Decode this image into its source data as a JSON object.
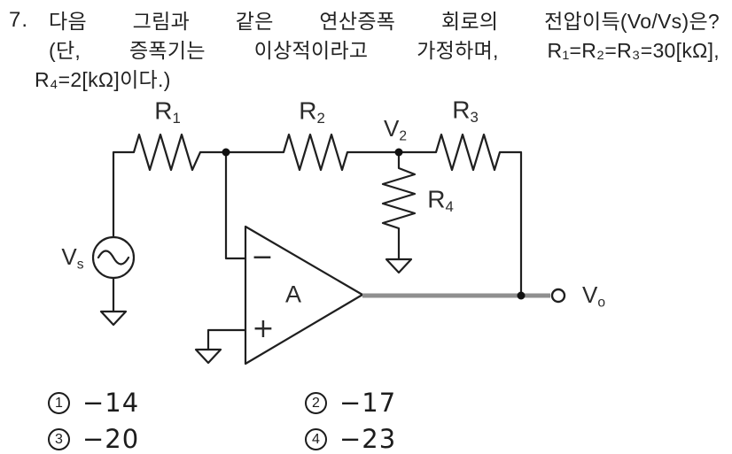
{
  "question": {
    "number": "7.",
    "lines": [
      "다음 그림과 같은 연산증폭 회로의 전압이득(Vo/Vs)은?",
      "(단, 증폭기는 이상적이라고 가정하며, R₁=R₂=R₃=30[kΩ],",
      "R₄=2[kΩ]이다.)"
    ]
  },
  "circuit": {
    "labels": {
      "r1": {
        "base": "R",
        "sub": "1"
      },
      "r2": {
        "base": "R",
        "sub": "2"
      },
      "r3": {
        "base": "R",
        "sub": "3"
      },
      "r4": {
        "base": "R",
        "sub": "4"
      },
      "v2": {
        "base": "V",
        "sub": "2"
      },
      "vs": {
        "base": "V",
        "sub": "s"
      },
      "vo": {
        "base": "V",
        "sub": "o"
      },
      "opamp_gain": "A",
      "inverting_pin": "−",
      "noninverting_pin": "+"
    },
    "wire_color": "#1f1f1f",
    "output_wire_color": "#8f8f8f"
  },
  "choices": [
    {
      "num": "1",
      "value": "−14"
    },
    {
      "num": "2",
      "value": "−17"
    },
    {
      "num": "3",
      "value": "−20"
    },
    {
      "num": "4",
      "value": "−23"
    }
  ]
}
